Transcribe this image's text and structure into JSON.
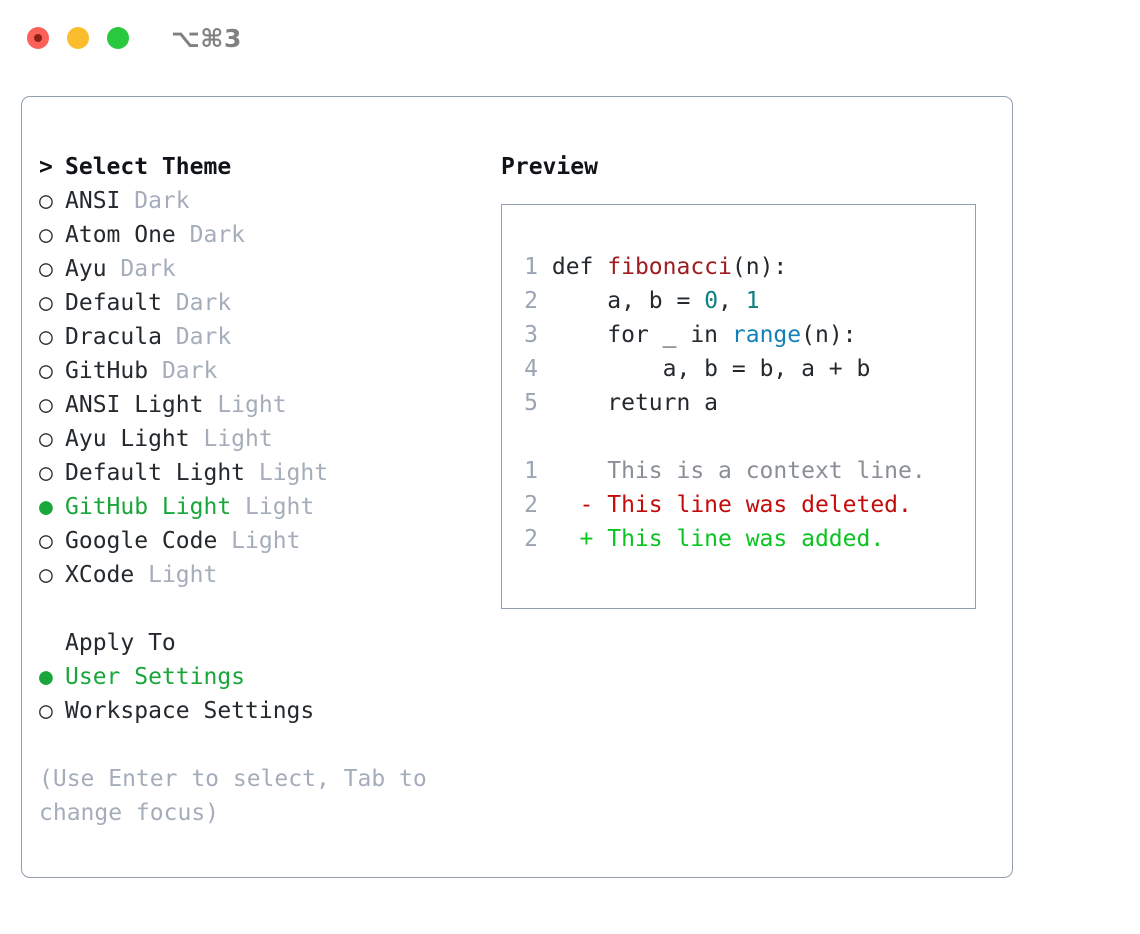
{
  "window": {
    "shortcut": "⌥⌘3",
    "traffic_lights": [
      {
        "name": "close",
        "color": "#fb6059"
      },
      {
        "name": "minimize",
        "color": "#fbbd2e"
      },
      {
        "name": "zoom",
        "color": "#28c83f"
      }
    ]
  },
  "colors": {
    "panel_border": "#939eae",
    "selected_green": "#19a63a",
    "dim_gray": "#a5adba",
    "text": "#24292e",
    "shortcut_gray": "#808080",
    "linenumber": "#9aa4b2",
    "syntax_function": "#9e1c20",
    "syntax_number": "#0e7f80",
    "syntax_builtin": "#1480b8",
    "diff_context": "#8a8f96",
    "diff_deleted": "#c40b0b",
    "diff_added": "#0ac41f"
  },
  "theme_picker": {
    "title": "Select Theme",
    "title_prefix": "> ",
    "bullet_selected": "●",
    "bullet_unselected": "○",
    "items": [
      {
        "name": "ANSI",
        "category": "Dark",
        "selected": false
      },
      {
        "name": "Atom One",
        "category": "Dark",
        "selected": false
      },
      {
        "name": "Ayu",
        "category": "Dark",
        "selected": false
      },
      {
        "name": "Default",
        "category": "Dark",
        "selected": false
      },
      {
        "name": "Dracula",
        "category": "Dark",
        "selected": false
      },
      {
        "name": "GitHub",
        "category": "Dark",
        "selected": false
      },
      {
        "name": "ANSI Light",
        "category": "Light",
        "selected": false
      },
      {
        "name": "Ayu Light",
        "category": "Light",
        "selected": false
      },
      {
        "name": "Default Light",
        "category": "Light",
        "selected": false
      },
      {
        "name": "GitHub Light",
        "category": "Light",
        "selected": true
      },
      {
        "name": "Google Code",
        "category": "Light",
        "selected": false
      },
      {
        "name": "XCode",
        "category": "Light",
        "selected": false
      }
    ]
  },
  "apply_to": {
    "title": "Apply To",
    "items": [
      {
        "name": "User Settings",
        "selected": true
      },
      {
        "name": "Workspace Settings",
        "selected": false
      }
    ]
  },
  "help": {
    "text": "(Use Enter to select, Tab to change focus)"
  },
  "preview": {
    "label": "Preview",
    "code_lines": [
      {
        "no": "1",
        "tokens": [
          {
            "t": "def ",
            "k": "kw"
          },
          {
            "t": "fibonacci",
            "k": "fn"
          },
          {
            "t": "(n):",
            "k": "plain"
          }
        ]
      },
      {
        "no": "2",
        "tokens": [
          {
            "t": "    a, b = ",
            "k": "plain"
          },
          {
            "t": "0",
            "k": "num"
          },
          {
            "t": ", ",
            "k": "plain"
          },
          {
            "t": "1",
            "k": "num"
          }
        ]
      },
      {
        "no": "3",
        "tokens": [
          {
            "t": "    for _ in ",
            "k": "plain"
          },
          {
            "t": "range",
            "k": "builtin"
          },
          {
            "t": "(n):",
            "k": "plain"
          }
        ]
      },
      {
        "no": "4",
        "tokens": [
          {
            "t": "        a, b = b, a + b",
            "k": "plain"
          }
        ]
      },
      {
        "no": "5",
        "tokens": [
          {
            "t": "    return a",
            "k": "plain"
          }
        ]
      }
    ],
    "diff_lines": [
      {
        "no": "1",
        "sign": "  ",
        "text": "This is a context line.",
        "kind": "context"
      },
      {
        "no": "2",
        "sign": "- ",
        "text": "This line was deleted.",
        "kind": "deleted"
      },
      {
        "no": "2",
        "sign": "+ ",
        "text": "This line was added.",
        "kind": "added"
      }
    ]
  }
}
